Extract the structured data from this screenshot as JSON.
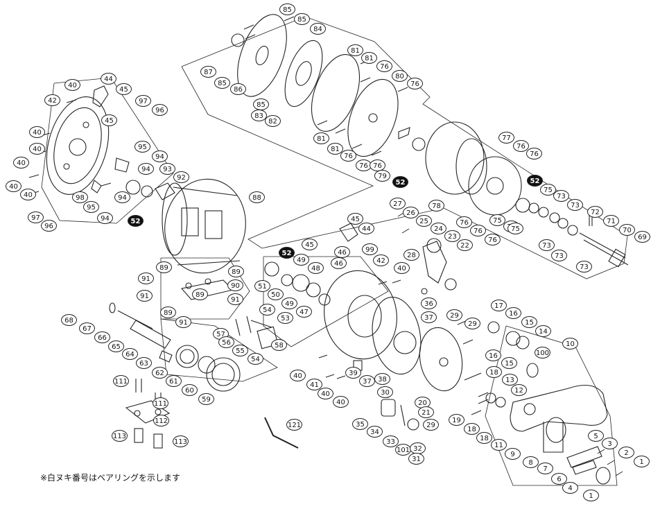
{
  "footnote": "※白ヌキ番号はベアリングを示します",
  "parts": [
    {
      "n": "85",
      "b": false
    },
    {
      "n": "85",
      "b": false
    },
    {
      "n": "84",
      "b": false
    },
    {
      "n": "87",
      "b": false
    },
    {
      "n": "85",
      "b": false
    },
    {
      "n": "86",
      "b": false
    },
    {
      "n": "85",
      "b": false
    },
    {
      "n": "83",
      "b": false
    },
    {
      "n": "82",
      "b": false
    },
    {
      "n": "81",
      "b": false
    },
    {
      "n": "81",
      "b": false
    },
    {
      "n": "81",
      "b": false
    },
    {
      "n": "81",
      "b": false
    },
    {
      "n": "76",
      "b": false
    },
    {
      "n": "80",
      "b": false
    },
    {
      "n": "76",
      "b": false
    },
    {
      "n": "76",
      "b": false
    },
    {
      "n": "76",
      "b": false
    },
    {
      "n": "76",
      "b": false
    },
    {
      "n": "79",
      "b": false
    },
    {
      "n": "52",
      "b": true
    },
    {
      "n": "78",
      "b": false
    },
    {
      "n": "77",
      "b": false
    },
    {
      "n": "76",
      "b": false
    },
    {
      "n": "76",
      "b": false
    },
    {
      "n": "52",
      "b": true
    },
    {
      "n": "75",
      "b": false
    },
    {
      "n": "73",
      "b": false
    },
    {
      "n": "73",
      "b": false
    },
    {
      "n": "74",
      "b": false
    },
    {
      "n": "75",
      "b": false
    },
    {
      "n": "75",
      "b": false
    },
    {
      "n": "73",
      "b": false
    },
    {
      "n": "73",
      "b": false
    },
    {
      "n": "73",
      "b": false
    },
    {
      "n": "76",
      "b": false
    },
    {
      "n": "76",
      "b": false
    },
    {
      "n": "76",
      "b": false
    },
    {
      "n": "72",
      "b": false
    },
    {
      "n": "71",
      "b": false
    },
    {
      "n": "70",
      "b": false
    },
    {
      "n": "69",
      "b": false
    },
    {
      "n": "44",
      "b": false
    },
    {
      "n": "45",
      "b": false
    },
    {
      "n": "40",
      "b": false
    },
    {
      "n": "42",
      "b": false
    },
    {
      "n": "45",
      "b": false
    },
    {
      "n": "97",
      "b": false
    },
    {
      "n": "96",
      "b": false
    },
    {
      "n": "40",
      "b": false
    },
    {
      "n": "40",
      "b": false
    },
    {
      "n": "95",
      "b": false
    },
    {
      "n": "94",
      "b": false
    },
    {
      "n": "94",
      "b": false
    },
    {
      "n": "93",
      "b": false
    },
    {
      "n": "92",
      "b": false
    },
    {
      "n": "40",
      "b": false
    },
    {
      "n": "40",
      "b": false
    },
    {
      "n": "40",
      "b": false
    },
    {
      "n": "98",
      "b": false
    },
    {
      "n": "94",
      "b": false
    },
    {
      "n": "97",
      "b": false
    },
    {
      "n": "95",
      "b": false
    },
    {
      "n": "94",
      "b": false
    },
    {
      "n": "96",
      "b": false
    },
    {
      "n": "52",
      "b": true
    },
    {
      "n": "88",
      "b": false
    },
    {
      "n": "89",
      "b": false
    },
    {
      "n": "89",
      "b": false
    },
    {
      "n": "91",
      "b": false
    },
    {
      "n": "90",
      "b": false
    },
    {
      "n": "91",
      "b": false
    },
    {
      "n": "89",
      "b": false
    },
    {
      "n": "89",
      "b": false
    },
    {
      "n": "91",
      "b": false
    },
    {
      "n": "91",
      "b": false
    },
    {
      "n": "45",
      "b": false
    },
    {
      "n": "44",
      "b": false
    },
    {
      "n": "27",
      "b": false
    },
    {
      "n": "26",
      "b": false
    },
    {
      "n": "25",
      "b": false
    },
    {
      "n": "24",
      "b": false
    },
    {
      "n": "23",
      "b": false
    },
    {
      "n": "22",
      "b": false
    },
    {
      "n": "52",
      "b": true
    },
    {
      "n": "45",
      "b": false
    },
    {
      "n": "99",
      "b": false
    },
    {
      "n": "42",
      "b": false
    },
    {
      "n": "40",
      "b": false
    },
    {
      "n": "28",
      "b": false
    },
    {
      "n": "49",
      "b": false
    },
    {
      "n": "46",
      "b": false
    },
    {
      "n": "46",
      "b": false
    },
    {
      "n": "48",
      "b": false
    },
    {
      "n": "51",
      "b": false
    },
    {
      "n": "50",
      "b": false
    },
    {
      "n": "49",
      "b": false
    },
    {
      "n": "47",
      "b": false
    },
    {
      "n": "36",
      "b": false
    },
    {
      "n": "37",
      "b": false
    },
    {
      "n": "68",
      "b": false
    },
    {
      "n": "67",
      "b": false
    },
    {
      "n": "66",
      "b": false
    },
    {
      "n": "65",
      "b": false
    },
    {
      "n": "64",
      "b": false
    },
    {
      "n": "63",
      "b": false
    },
    {
      "n": "62",
      "b": false
    },
    {
      "n": "61",
      "b": false
    },
    {
      "n": "60",
      "b": false
    },
    {
      "n": "59",
      "b": false
    },
    {
      "n": "57",
      "b": false
    },
    {
      "n": "56",
      "b": false
    },
    {
      "n": "55",
      "b": false
    },
    {
      "n": "54",
      "b": false
    },
    {
      "n": "54",
      "b": false
    },
    {
      "n": "53",
      "b": false
    },
    {
      "n": "58",
      "b": false
    },
    {
      "n": "40",
      "b": false
    },
    {
      "n": "41",
      "b": false
    },
    {
      "n": "40",
      "b": false
    },
    {
      "n": "40",
      "b": false
    },
    {
      "n": "39",
      "b": false
    },
    {
      "n": "37",
      "b": false
    },
    {
      "n": "38",
      "b": false
    },
    {
      "n": "30",
      "b": false
    },
    {
      "n": "29",
      "b": false
    },
    {
      "n": "29",
      "b": false
    },
    {
      "n": "17",
      "b": false
    },
    {
      "n": "16",
      "b": false
    },
    {
      "n": "15",
      "b": false
    },
    {
      "n": "14",
      "b": false
    },
    {
      "n": "16",
      "b": false
    },
    {
      "n": "15",
      "b": false
    },
    {
      "n": "10",
      "b": false
    },
    {
      "n": "100",
      "b": false
    },
    {
      "n": "18",
      "b": false
    },
    {
      "n": "13",
      "b": false
    },
    {
      "n": "12",
      "b": false
    },
    {
      "n": "20",
      "b": false
    },
    {
      "n": "21",
      "b": false
    },
    {
      "n": "19",
      "b": false
    },
    {
      "n": "18",
      "b": false
    },
    {
      "n": "11",
      "b": false
    },
    {
      "n": "18",
      "b": false
    },
    {
      "n": "9",
      "b": false
    },
    {
      "n": "8",
      "b": false
    },
    {
      "n": "7",
      "b": false
    },
    {
      "n": "6",
      "b": false
    },
    {
      "n": "5",
      "b": false
    },
    {
      "n": "3",
      "b": false
    },
    {
      "n": "2",
      "b": false
    },
    {
      "n": "1",
      "b": false
    },
    {
      "n": "4",
      "b": false
    },
    {
      "n": "1",
      "b": false
    },
    {
      "n": "35",
      "b": false
    },
    {
      "n": "34",
      "b": false
    },
    {
      "n": "33",
      "b": false
    },
    {
      "n": "101",
      "b": false
    },
    {
      "n": "32",
      "b": false
    },
    {
      "n": "31",
      "b": false
    },
    {
      "n": "29",
      "b": false
    },
    {
      "n": "121",
      "b": false
    },
    {
      "n": "111",
      "b": false
    },
    {
      "n": "111",
      "b": false
    },
    {
      "n": "112",
      "b": false
    },
    {
      "n": "113",
      "b": false
    },
    {
      "n": "113",
      "b": false
    }
  ]
}
